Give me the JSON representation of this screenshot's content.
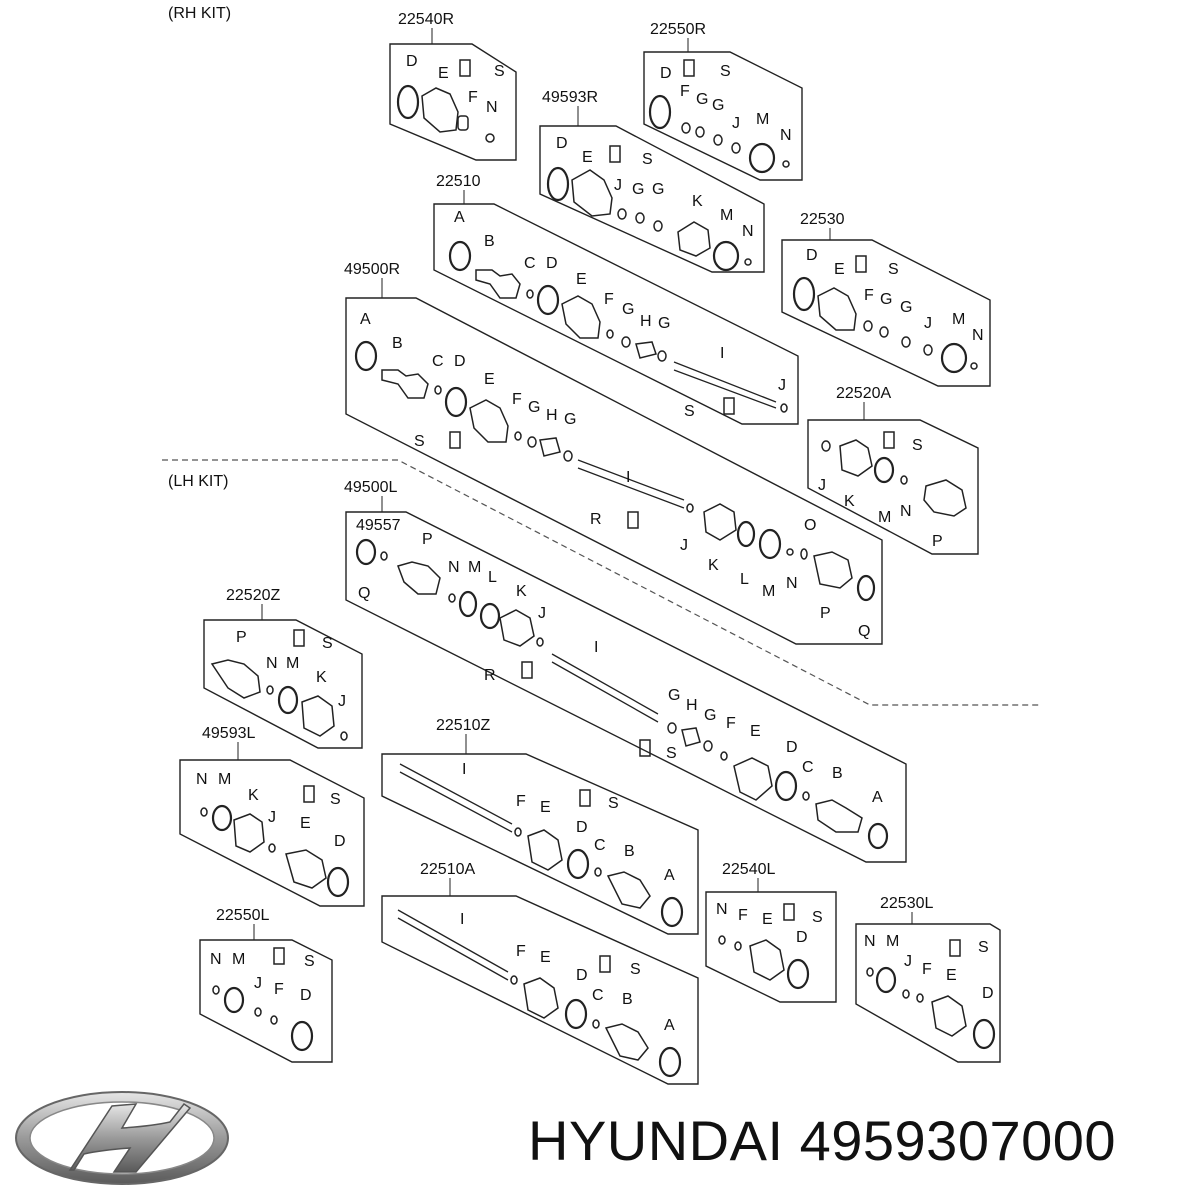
{
  "kits": {
    "rh": "(RH KIT)",
    "lh": "(LH KIT)"
  },
  "footer": {
    "brand": "HYUNDAI",
    "part_number": "4959307000",
    "logo_icon": "hyundai-logo-icon"
  },
  "panels": {
    "p22540R": {
      "code": "22540R",
      "labels": [
        "D",
        "E",
        "S",
        "F",
        "N"
      ]
    },
    "p22550R": {
      "code": "22550R",
      "labels": [
        "D",
        "S",
        "F",
        "G",
        "G",
        "J",
        "M",
        "N"
      ]
    },
    "p49593R": {
      "code": "49593R",
      "labels": [
        "D",
        "E",
        "S",
        "J",
        "G",
        "G",
        "K",
        "M",
        "N"
      ]
    },
    "p22510": {
      "code": "22510",
      "labels": [
        "A",
        "B",
        "C",
        "D",
        "E",
        "F",
        "G",
        "H",
        "G",
        "I",
        "J",
        "S"
      ]
    },
    "p22530": {
      "code": "22530",
      "labels": [
        "D",
        "E",
        "S",
        "F",
        "G",
        "G",
        "J",
        "M",
        "N"
      ]
    },
    "p49500R": {
      "code": "49500R",
      "labels": [
        "A",
        "B",
        "C",
        "D",
        "E",
        "F",
        "G",
        "H",
        "G",
        "S",
        "I",
        "R",
        "J",
        "K",
        "L",
        "M",
        "N",
        "O",
        "P",
        "Q"
      ]
    },
    "p22520A": {
      "code": "22520A",
      "labels": [
        "S",
        "J",
        "K",
        "M",
        "N",
        "P"
      ]
    },
    "p49500L": {
      "code": "49500L",
      "sub": "49557",
      "labels": [
        "P",
        "Q",
        "N",
        "M",
        "L",
        "K",
        "J",
        "R",
        "I",
        "G",
        "H",
        "G",
        "F",
        "E",
        "S",
        "D",
        "C",
        "B",
        "A"
      ]
    },
    "p22520Z": {
      "code": "22520Z",
      "labels": [
        "P",
        "S",
        "N",
        "M",
        "K",
        "J"
      ]
    },
    "p49593L": {
      "code": "49593L",
      "labels": [
        "N",
        "M",
        "K",
        "J",
        "S",
        "E",
        "D"
      ]
    },
    "p22510Z": {
      "code": "22510Z",
      "labels": [
        "I",
        "F",
        "E",
        "S",
        "D",
        "C",
        "B",
        "A"
      ]
    },
    "p22510A": {
      "code": "22510A",
      "labels": [
        "I",
        "F",
        "E",
        "S",
        "D",
        "C",
        "B",
        "A"
      ]
    },
    "p22550L": {
      "code": "22550L",
      "labels": [
        "N",
        "M",
        "S",
        "J",
        "F",
        "D"
      ]
    },
    "p22540L": {
      "code": "22540L",
      "labels": [
        "N",
        "F",
        "E",
        "S",
        "D"
      ]
    },
    "p22530L": {
      "code": "22530L",
      "labels": [
        "N",
        "M",
        "S",
        "J",
        "F",
        "E",
        "D"
      ]
    }
  }
}
